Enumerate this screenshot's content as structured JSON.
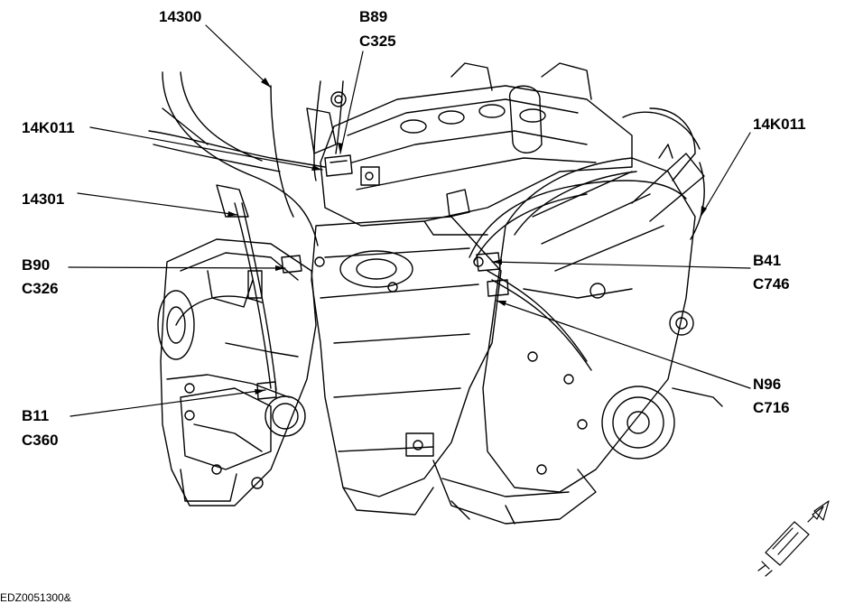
{
  "callouts": {
    "c14300": "14300",
    "c14k011_left": "14K011",
    "c14301": "14301",
    "b90": "B90",
    "c326": "C326",
    "b11": "B11",
    "c360": "C360",
    "b89": "B89",
    "c325": "C325",
    "c14k011_right": "14K011",
    "b41": "B41",
    "c746": "C746",
    "n96": "N96",
    "c716": "C716"
  },
  "figure_id": "EDZ0051300&",
  "colors": {
    "ink": "#000000",
    "paper": "#ffffff"
  },
  "icons": {
    "orientation": "arrow-vehicle-front-icon"
  }
}
